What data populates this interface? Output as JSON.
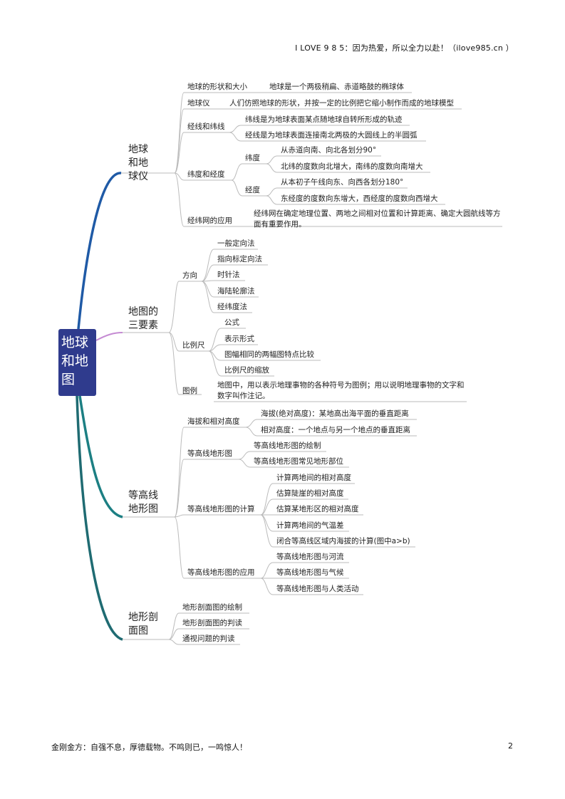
{
  "header": "I LOVE 9 8 5：因为热爱，所以全力以赴！（ilove985.cn ）",
  "footer": "金刚金方：自强不息，厚德载物。不鸣则已，一鸣惊人！",
  "page_number": "2",
  "root": "地球和地图",
  "branches": [
    {
      "label": "地球和地球仪",
      "items": [
        {
          "label": "地球的形状和大小",
          "notes": [
            "地球是一个两极稍扁、赤道略鼓的椭球体"
          ]
        },
        {
          "label": "地球仪",
          "notes": [
            "人们仿照地球的形状，并按一定的比例把它缩小制作而成的地球模型"
          ]
        },
        {
          "label": "经线和纬线",
          "notes": [
            "纬线是为地球表面某点随地球自转所形成的轨迹",
            "经线是为地球表面连接南北两极的大圆线上的半圆弧"
          ]
        },
        {
          "label": "纬度和经度",
          "groups": [
            {
              "label": "纬度",
              "notes": [
                "从赤道向南、向北各划分90°",
                "北纬的度数向北增大，南纬的度数向南增大"
              ]
            },
            {
              "label": "经度",
              "notes": [
                "从本初子午线向东、向西各划分180°",
                "东经度的度数向东增大，西经度的度数向西增大"
              ]
            }
          ]
        },
        {
          "label": "经纬网的应用",
          "notes": [
            "经纬网在确定地理位置、两地之间相对位置和计算距离、确定大圆航线等方面有重要作用。"
          ]
        }
      ]
    },
    {
      "label": "地图的三要素",
      "items": [
        {
          "label": "方向",
          "notes": [
            "一般定向法",
            "指向标定向法",
            "时针法",
            "海陆轮廓法",
            "经纬度法"
          ]
        },
        {
          "label": "比例尺",
          "notes": [
            "公式",
            "表示形式",
            "图幅相同的两幅图特点比较",
            "比例尺的缩放"
          ]
        },
        {
          "label": "图例",
          "notes": [
            "地图中，用以表示地理事物的各种符号为图例；用以说明地理事物的文字和数字叫作注记。"
          ]
        }
      ]
    },
    {
      "label": "等高线地形图",
      "items": [
        {
          "label": "海拔和相对高度",
          "notes": [
            "海拔(绝对高度)：某地高出海平面的垂直距离",
            "相对高度：一个地点与另一个地点的垂直距离"
          ]
        },
        {
          "label": "等高线地形图",
          "notes": [
            "等高线地形图的绘制",
            "等高线地形图常见地形部位"
          ]
        },
        {
          "label": "等高线地形图的计算",
          "notes": [
            "计算两地间的相对高度",
            "估算陡崖的相对高度",
            "估算某地形区的相对高度",
            "计算两地间的气温差",
            "闭合等高线区域内海拔的计算(图中a>b)"
          ]
        },
        {
          "label": "等高线地形图的应用",
          "notes": [
            "等高线地形图与河流",
            "等高线地形图与气候",
            "等高线地形图与人类活动"
          ]
        }
      ]
    },
    {
      "label": "地形剖面图",
      "items": [
        {
          "label": "地形剖面图的绘制"
        },
        {
          "label": "地形剖面图的判读"
        },
        {
          "label": "通视问题的判读"
        }
      ]
    }
  ],
  "colors": {
    "root_bg": "#2f3b8d",
    "branch_1": "#1f5aa6",
    "branch_2": "#c58bd3",
    "branch_3": "#1c7f83",
    "branch_4": "#1f6b72",
    "line": "#b8b8b8"
  }
}
